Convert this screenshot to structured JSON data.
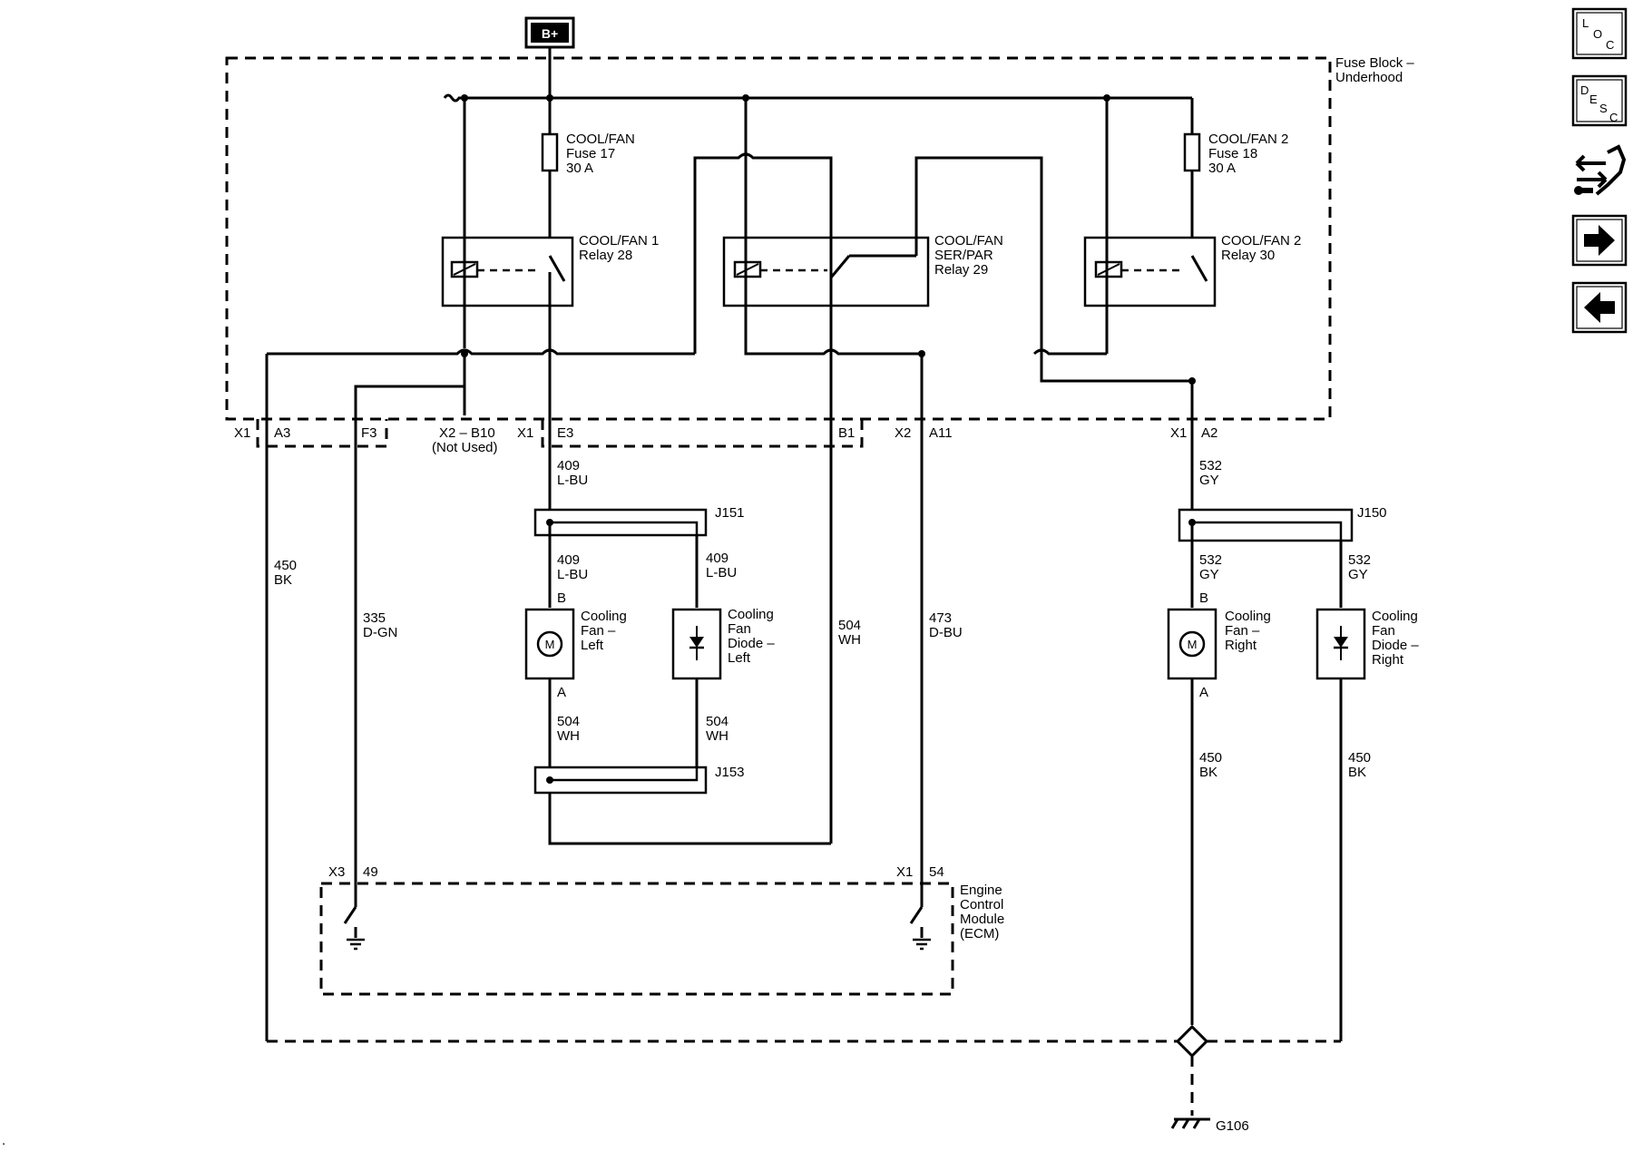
{
  "power_source": {
    "label": "B+"
  },
  "fuse_block": {
    "label_line1": "Fuse Block –",
    "label_line2": "Underhood"
  },
  "fuses": [
    {
      "lines": [
        "COOL/FAN",
        "Fuse 17",
        "30 A"
      ]
    },
    {
      "lines": [
        "COOL/FAN 2",
        "Fuse 18",
        "30 A"
      ]
    }
  ],
  "relays": [
    {
      "lines": [
        "COOL/FAN 1",
        "Relay 28"
      ]
    },
    {
      "lines": [
        "COOL/FAN",
        "SER/PAR",
        "Relay 29"
      ]
    },
    {
      "lines": [
        "COOL/FAN 2",
        "Relay 30"
      ]
    }
  ],
  "connectors": {
    "x1": "X1",
    "a3": "A3",
    "f3": "F3",
    "x2_b10": "X2 – B10",
    "not_used": "(Not Used)",
    "x1_e3": "X1",
    "e3": "E3",
    "b1": "B1",
    "x2": "X2",
    "a11": "A11",
    "x1_a2": "X1",
    "a2": "A2",
    "x3": "X3",
    "pin49": "49",
    "x1_54": "X1",
    "pin54": "54"
  },
  "wires": {
    "w409_top": [
      "409",
      "L-BU"
    ],
    "w409_left": [
      "409",
      "L-BU"
    ],
    "w409_right": [
      "409",
      "L-BU"
    ],
    "w504_left": [
      "504",
      "WH"
    ],
    "w504_right": [
      "504",
      "WH"
    ],
    "w504_mid": [
      "504",
      "WH"
    ],
    "w473": [
      "473",
      "D-BU"
    ],
    "w335": [
      "335",
      "D-GN"
    ],
    "w450_left": [
      "450",
      "BK"
    ],
    "w532_top": [
      "532",
      "GY"
    ],
    "w532_left": [
      "532",
      "GY"
    ],
    "w532_right": [
      "532",
      "GY"
    ],
    "w450_right1": [
      "450",
      "BK"
    ],
    "w450_right2": [
      "450",
      "BK"
    ]
  },
  "splices": {
    "j151": "J151",
    "j153": "J153",
    "j150": "J150"
  },
  "components": {
    "fan_left": [
      "Cooling",
      "Fan –",
      "Left"
    ],
    "diode_left": [
      "Cooling",
      "Fan",
      "Diode –",
      "Left"
    ],
    "fan_right": [
      "Cooling",
      "Fan –",
      "Right"
    ],
    "diode_right": [
      "Cooling",
      "Fan",
      "Diode –",
      "Right"
    ],
    "motor_symbol": "M",
    "pin_b_left": "B",
    "pin_a_left": "A",
    "pin_b_right": "B",
    "pin_a_right": "A"
  },
  "ecm": {
    "lines": [
      "Engine",
      "Control",
      "Module",
      "(ECM)"
    ]
  },
  "ground": {
    "label": "G106"
  },
  "nav": {
    "loc": {
      "l": "L",
      "o": "O",
      "c": "C",
      "icon": "location-icon"
    },
    "desc": {
      "d": "D",
      "e": "E",
      "s": "S",
      "c": "C",
      "icon": "description-icon"
    },
    "service_icon": "service-icon",
    "next_icon": "arrow-right-icon",
    "prev_icon": "arrow-left-icon"
  },
  "page_mark": "."
}
